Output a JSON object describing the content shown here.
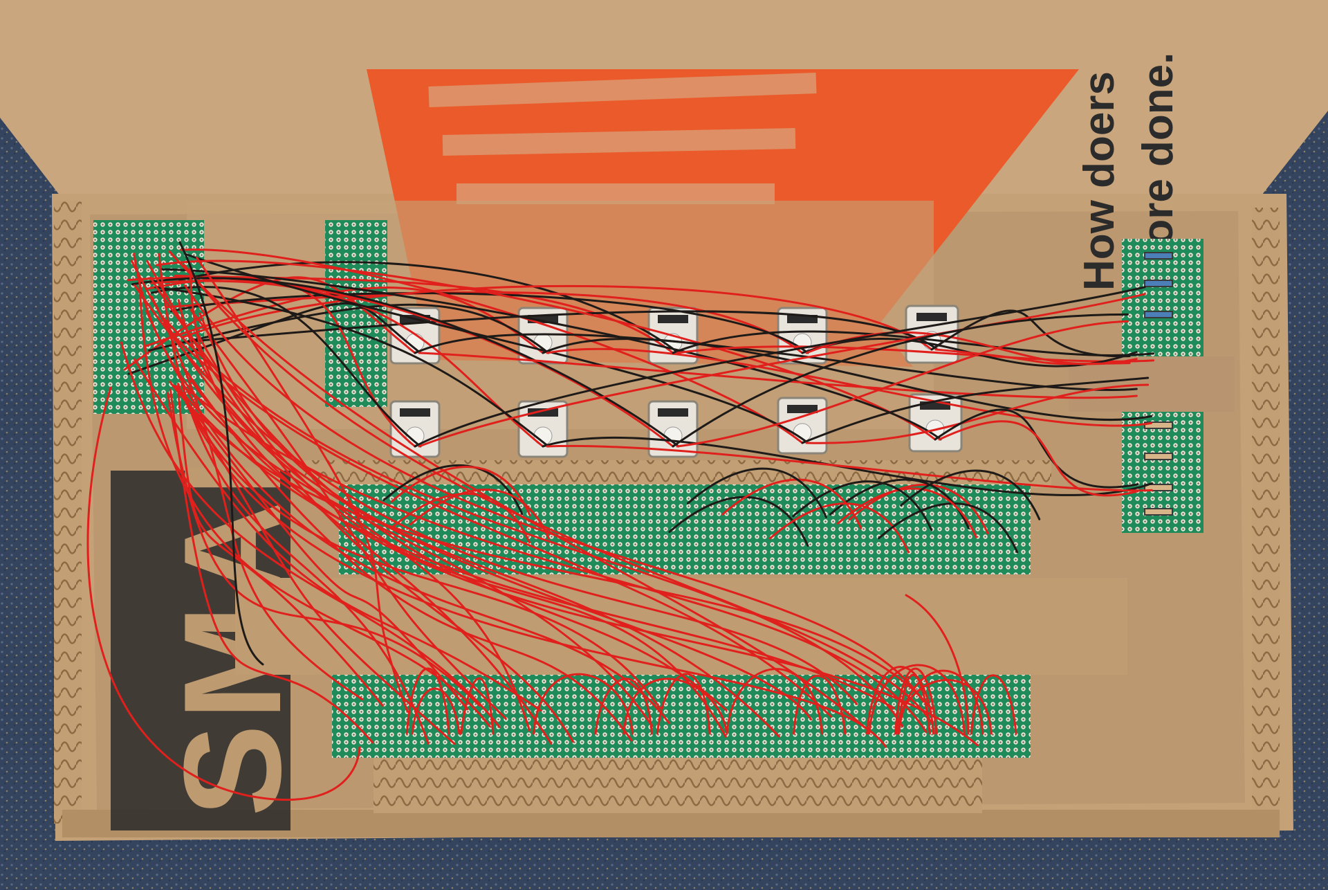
{
  "photo": {
    "subject": "cardboard box with green perfboards, push-button switches, resistors and red/black wires",
    "colors": {
      "carpet": "#3a4a66",
      "carpet_speck": "#8f8560",
      "cardboard": "#c7a47c",
      "cardboard_dark": "#a9855c",
      "cardboard_inner": "#bd9a70",
      "logo_orange": "#ea5a2a",
      "perfboard": "#1f8a5a",
      "perfboard_hole": "#e9e7d6",
      "wire_red": "#e0201c",
      "wire_black": "#1d1a18",
      "switch_body": "#e8e4dc",
      "ink": "#2b2b2b"
    }
  },
  "box_print": {
    "slogan_line_1": "How doers",
    "slogan_line_2": "get more done.",
    "size_label": "SMALL"
  },
  "icons": [
    "store-logo-icon",
    "push-button-icon",
    "resistor-icon"
  ]
}
